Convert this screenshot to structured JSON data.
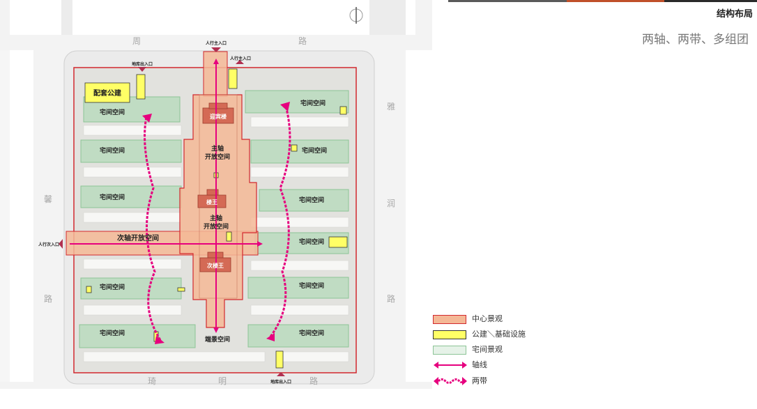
{
  "header": {
    "title": "结构布局",
    "subtitle": "两轴、两带、多组团",
    "bar_colors": [
      "#5a5a5a",
      "#c0502a",
      "#2a2a2a"
    ]
  },
  "colors": {
    "center": "#f4b896",
    "center_border": "#d2282e",
    "public": "#ffff66",
    "courtyard": "#b4dab9",
    "axis": "#e6007e",
    "road": "#eeeeee"
  },
  "roads": {
    "north": "周路",
    "south": "琦明路",
    "west": "馨路",
    "east": "雅润路"
  },
  "site": {
    "public_facility": "配套公建",
    "main_axis_1": "主轴\n开放空间",
    "main_axis_2": "主轴\n开放空间",
    "secondary_axis": "次轴开放空间",
    "end_space": "端景空间",
    "club": "迎宾楼",
    "king": "楼王",
    "sub_king": "次楼王",
    "courtyard": "宅间空间",
    "ped_entry": "人行主入口",
    "ped_entry_west": "人行次入口",
    "vehicle_entry": "地库出入口"
  },
  "legend": [
    {
      "label": "中心景观"
    },
    {
      "label": "公建＼基础设施"
    },
    {
      "label": "宅间景观"
    },
    {
      "label": "轴线"
    },
    {
      "label": "两带"
    }
  ]
}
